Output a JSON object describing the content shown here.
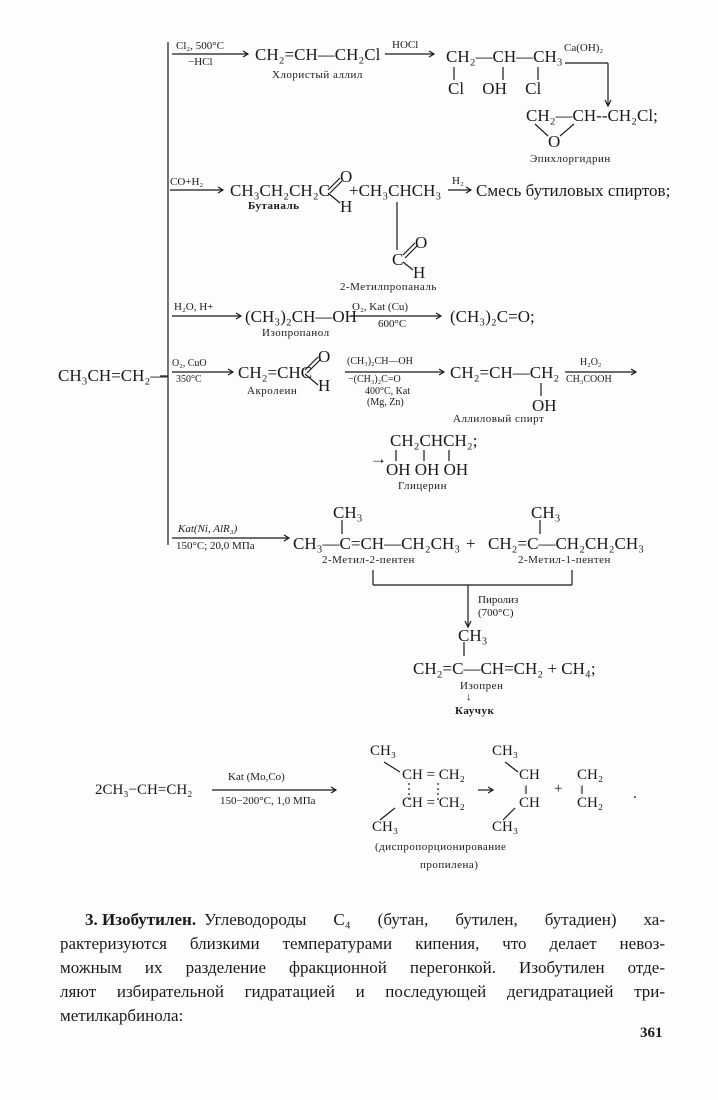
{
  "scheme": {
    "start": "CH₃CH=CH₂—",
    "r1": {
      "cond_top": "Cl₂, 500°C",
      "cond_bottom": "−HCl",
      "p1": "CH₂=CH—CH₂Cl",
      "p1_name": "Хлористый аллил",
      "cond2": "HOCl",
      "p2": "CH₂—CH—CH₃",
      "p2_sub": [
        "Cl",
        "OH",
        "Cl"
      ],
      "cond3": "Ca(OH)₂",
      "p3": "CH₂—CH--CH₂Cl;",
      "p3_o": "O",
      "p3_name": "Эпихлоргидрин"
    },
    "r2": {
      "cond": "CO+H₂",
      "p1": "CH₃CH₂CH₂C",
      "p1_o": "O",
      "p1_h": "H",
      "p1_name": "Бутаналь",
      "plus_p2": "+CH₃CHCH₃",
      "p2_c": "C",
      "p2_o": "O",
      "p2_h": "H",
      "p2_name": "2-Метилпропаналь",
      "cond2": "H₂",
      "product": "Смесь бутиловых спиртов;"
    },
    "r3": {
      "cond": "H₂O, H+",
      "p1": "(CH₃)₂CH—OH",
      "p1_name": "Изопропанол",
      "cond2_top": "O₂, Kat (Cu)",
      "cond2_bottom": "600°C",
      "p2": "(CH₃)₂C=O;"
    },
    "r4": {
      "cond_top": "O₂, CuO",
      "cond_bottom": "350°C",
      "p1": "CH₂=CHC",
      "p1_o": "O",
      "p1_h": "H",
      "p1_name": "Акролеин",
      "cond2": [
        "(CH₃)₂CH—OH",
        "−(CH₃)₂C=O",
        "400°C, Kat",
        "(Mg, Zn)"
      ],
      "p2": "CH₂=CH—CH₂",
      "p2_oh": "OH",
      "p2_name": "Аллиловый спирт",
      "cond3_top": "H₂O₂",
      "cond3_bottom": "CH₃COOH",
      "p3": "CH₂CHCH₂;",
      "p3_arrow": "→",
      "p3_oh": "OH OH OH",
      "p3_name": "Глицерин"
    },
    "r5": {
      "cond_top": "Kat(Ni, AlR₃)",
      "cond_bottom": "150°C; 20,0 МПа",
      "p1_ch3": "CH₃",
      "p1": "CH₃—C=CH—CH₂CH₃",
      "p1_name": "2-Метил-2-пентен",
      "plus": "+",
      "p2_ch3": "CH₃",
      "p2": "CH₂=C—CH₂CH₂CH₃",
      "p2_name": "2-Метил-1-пентен",
      "pyro": "Пиролиз",
      "pyro_temp": "(700°C)",
      "p3_ch3": "CH₃",
      "p3": "CH₂=C—CH=CH₂ + CH₄;",
      "p3_name": "Изопрен",
      "final_arrow": "↓",
      "final": "Каучук"
    }
  },
  "disproportionation": {
    "reactant": "2CH₃−CH=CH₂",
    "cond_top": "Kat (Mo,Co)",
    "cond_bottom": "150−200°C, 1,0 МПа",
    "ts": {
      "ch3_top": "CH₃",
      "row1": "CH = CH₂",
      "row2": "CH = CH₂",
      "ch3_bottom": "CH₃"
    },
    "arrow": "→",
    "prod1": {
      "ch3_top": "CH₃",
      "row1": "CH",
      "bond": "‖",
      "row2": "CH",
      "ch3_bottom": "CH₃"
    },
    "plus": "+",
    "prod2": {
      "row1": "CH₂",
      "bond": "‖",
      "row2": "CH₂"
    },
    "end": ".",
    "caption1": "(диспропорционирование",
    "caption2": "пропилена)"
  },
  "paragraph": {
    "heading": "3. Изобутилен.",
    "lines": [
      "Углеводороды C₄ (бутан, бутилен, бутадиен) ха-",
      "рактеризуются близкими температурами кипения, что делает невоз-",
      "можным их разделение фракционной перегонкой. Изобутилен отде-",
      "ляют избирательной гидратацией и последующей дегидратацией три-",
      "метилкарбинола:"
    ]
  },
  "page_number": "361"
}
